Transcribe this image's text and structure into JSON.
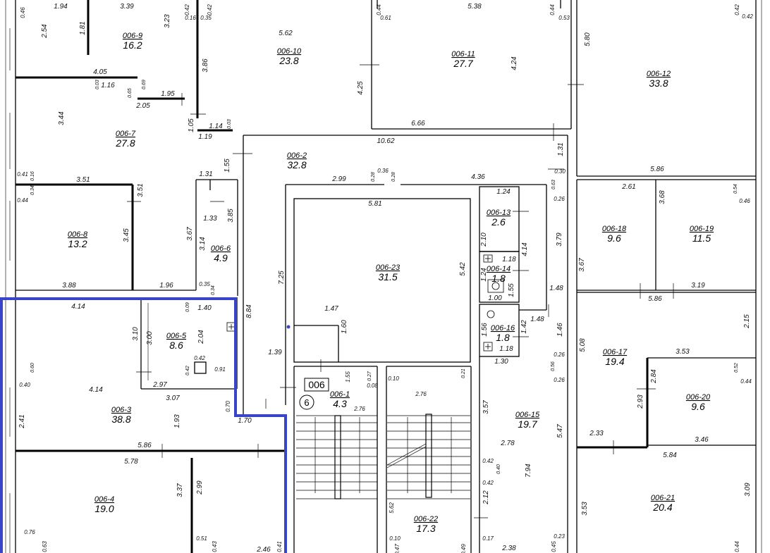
{
  "plan": {
    "highlight_color": "#3a44c8",
    "wall_color": "#000000",
    "rooms": [
      {
        "id": "006-1",
        "area": "4.3"
      },
      {
        "id": "006-2",
        "area": "32.8"
      },
      {
        "id": "006-3",
        "area": "38.8"
      },
      {
        "id": "006-4",
        "area": "19.0"
      },
      {
        "id": "006-5",
        "area": "8.6"
      },
      {
        "id": "006-6",
        "area": "4.9"
      },
      {
        "id": "006-7",
        "area": "27.8"
      },
      {
        "id": "006-8",
        "area": "13.2"
      },
      {
        "id": "006-9",
        "area": "16.2"
      },
      {
        "id": "006-10",
        "area": "23.8"
      },
      {
        "id": "006-11",
        "area": "27.7"
      },
      {
        "id": "006-12",
        "area": "33.8"
      },
      {
        "id": "006-13",
        "area": "2.6"
      },
      {
        "id": "006-14",
        "area": "1.8"
      },
      {
        "id": "006-15",
        "area": "19.7"
      },
      {
        "id": "006-16",
        "area": "1.8"
      },
      {
        "id": "006-17",
        "area": "19.4"
      },
      {
        "id": "006-18",
        "area": "9.6"
      },
      {
        "id": "006-19",
        "area": "11.5"
      },
      {
        "id": "006-20",
        "area": "9.6"
      },
      {
        "id": "006-21",
        "area": "20.4"
      },
      {
        "id": "006-22",
        "area": "17.3"
      },
      {
        "id": "006-23",
        "area": "31.5"
      }
    ],
    "unit_label": "006",
    "stair_number": "6",
    "dimensions": [
      "0.46",
      "1.94",
      "3.39",
      "0.42",
      "0.42",
      "0.44",
      "5.38",
      "0.44",
      "0.42",
      "0.42",
      "2.54",
      "1.81",
      "3.23",
      "0.16",
      "0.35",
      "0.61",
      "0.53",
      "5.62",
      "5.80",
      "3.86",
      "4.25",
      "4.24",
      "4.05",
      "0.03",
      "1.16",
      "0.65",
      "0.69",
      "1.95",
      "2.05",
      "3.44",
      "1.05",
      "1.14",
      "0.03",
      "6.66",
      "1.19",
      "10.62",
      "1.31",
      "1.55",
      "0.41",
      "0.16",
      "3.51",
      "3.51",
      "0.34",
      "0.44",
      "1.31",
      "2.99",
      "0.28",
      "0.36",
      "0.28",
      "4.36",
      "5.86",
      "0.30",
      "2.61",
      "3.68",
      "0.54",
      "5.81",
      "1.24",
      "0.63",
      "0.26",
      "0.46",
      "3.45",
      "3.67",
      "1.33",
      "3.85",
      "3.14",
      "2.10",
      "4.14",
      "3.79",
      "7.25",
      "1.18",
      "1.24",
      "5.42",
      "3.67",
      "3.88",
      "1.96",
      "0.35",
      "0.34",
      "1.55",
      "1.00",
      "1.48",
      "5.86",
      "3.19",
      "4.14",
      "1.40",
      "0.09",
      "8.84",
      "1.47",
      "1.48",
      "1.46",
      "1.42",
      "3.10",
      "3.00",
      "2.04",
      "1.60",
      "1.56",
      "1.18",
      "2.15",
      "5.08",
      "0.26",
      "3.53",
      "0.60",
      "0.42",
      "1.39",
      "1.30",
      "0.56",
      "0.52",
      "0.40",
      "4.14",
      "2.97",
      "0.42",
      "0.91",
      "1.55",
      "0.27",
      "0.08",
      "0.10",
      "0.21",
      "0.26",
      "2.84",
      "0.44",
      "3.07",
      "0.70",
      "2.76",
      "2.76",
      "2.93",
      "2.41",
      "1.93",
      "1.70",
      "3.57",
      "5.47",
      "2.33",
      "3.46",
      "5.86",
      "5.78",
      "2.78",
      "5.84",
      "0.42",
      "0.40",
      "3.37",
      "2.99",
      "0.42",
      "7.94",
      "3.53",
      "3.09",
      "2.12",
      "5.62",
      "0.76",
      "0.51",
      "0.23",
      "0.63",
      "0.43",
      "2.46",
      "0.41",
      "0.10",
      "0.47",
      "0.49",
      "0.17",
      "2.38",
      "0.45",
      "0.44"
    ]
  }
}
